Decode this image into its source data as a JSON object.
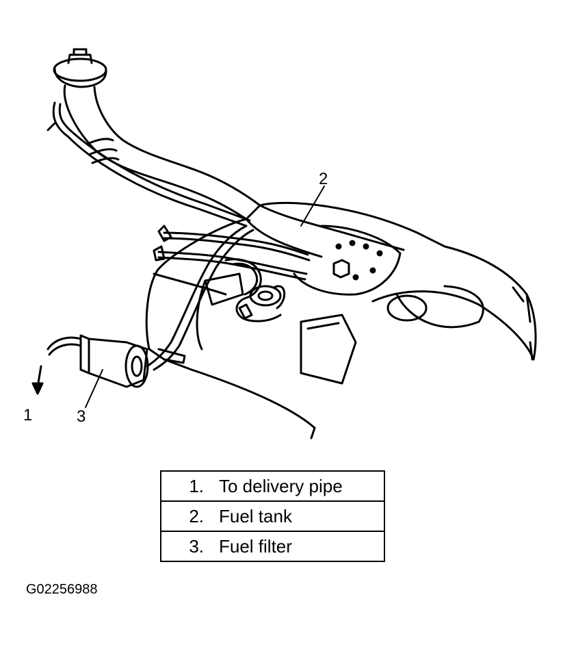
{
  "callouts": {
    "c1": "1",
    "c2": "2",
    "c3": "3"
  },
  "legend": [
    {
      "num": "1.",
      "label": "To delivery pipe"
    },
    {
      "num": "2.",
      "label": "Fuel tank"
    },
    {
      "num": "3.",
      "label": "Fuel filter"
    }
  ],
  "figure_id": "G02256988"
}
